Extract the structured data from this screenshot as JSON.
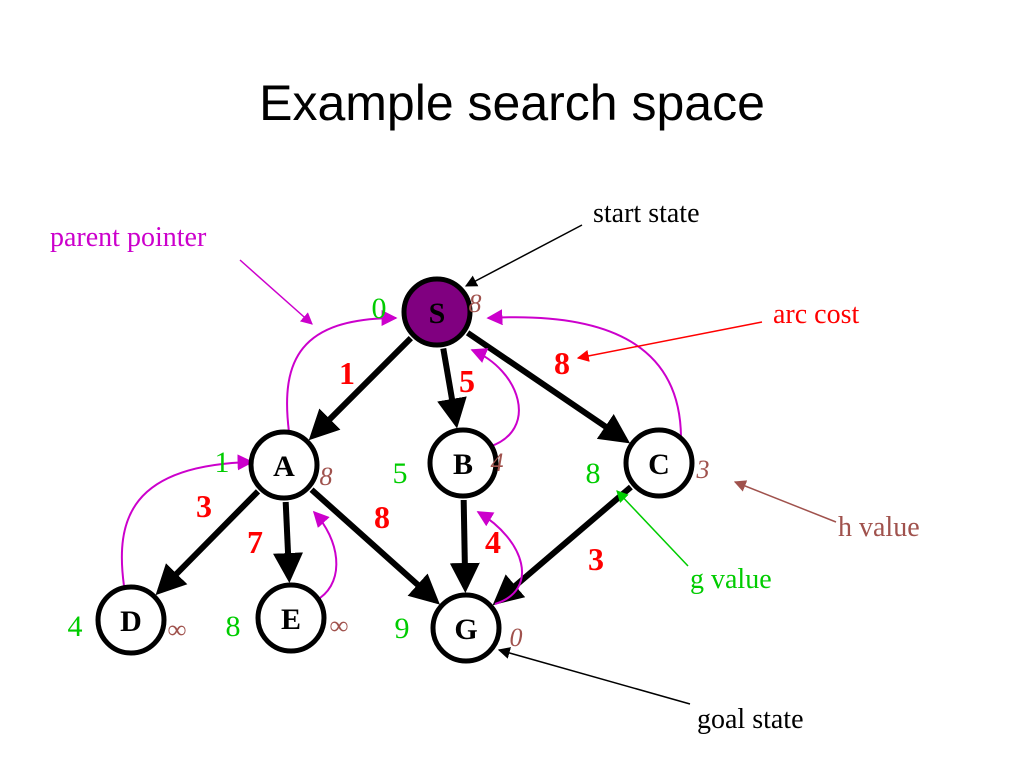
{
  "title": "Example search space",
  "colors": {
    "node_stroke": "#000000",
    "start_fill": "#800080",
    "arc": "#000000",
    "arc_cost": "#ff0000",
    "g_value": "#00cc00",
    "h_value": "#a0524d",
    "parent_pointer": "#cc00cc"
  },
  "nodes": [
    {
      "id": "S",
      "label": "S",
      "g": "0",
      "h": "8",
      "start": true
    },
    {
      "id": "A",
      "label": "A",
      "g": "1",
      "h": "8"
    },
    {
      "id": "B",
      "label": "B",
      "g": "5",
      "h": "4"
    },
    {
      "id": "C",
      "label": "C",
      "g": "8",
      "h": "3"
    },
    {
      "id": "D",
      "label": "D",
      "g": "4",
      "h": "∞"
    },
    {
      "id": "E",
      "label": "E",
      "g": "8",
      "h": "∞"
    },
    {
      "id": "G",
      "label": "G",
      "g": "9",
      "h": "0"
    }
  ],
  "edges": [
    {
      "from": "S",
      "to": "A",
      "cost": "1"
    },
    {
      "from": "S",
      "to": "B",
      "cost": "5"
    },
    {
      "from": "S",
      "to": "C",
      "cost": "8"
    },
    {
      "from": "A",
      "to": "D",
      "cost": "3"
    },
    {
      "from": "A",
      "to": "E",
      "cost": "7"
    },
    {
      "from": "A",
      "to": "G",
      "cost": "8"
    },
    {
      "from": "B",
      "to": "G",
      "cost": "4"
    },
    {
      "from": "C",
      "to": "G",
      "cost": "3"
    }
  ],
  "parent_pointers": [
    {
      "child": "A",
      "parent": "S"
    },
    {
      "child": "B",
      "parent": "S"
    },
    {
      "child": "C",
      "parent": "S"
    },
    {
      "child": "D",
      "parent": "A"
    },
    {
      "child": "E",
      "parent": "A"
    },
    {
      "child": "G",
      "parent": "B"
    }
  ],
  "annotations": {
    "start_state": "start state",
    "parent_pointer": "parent pointer",
    "arc_cost": "arc cost",
    "h_value": "h value",
    "g_value": "g value",
    "goal_state": "goal state"
  }
}
